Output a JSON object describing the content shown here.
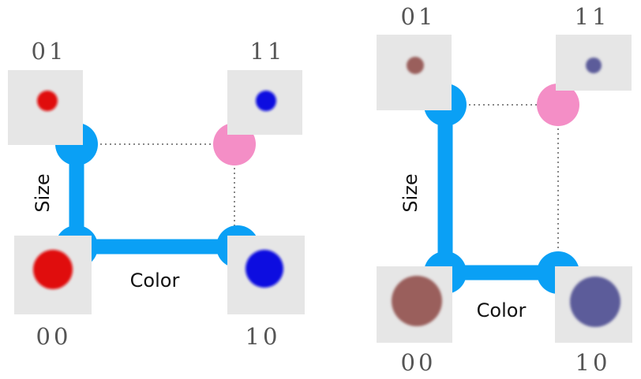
{
  "colors": {
    "axis": "#0aa0f5",
    "unused_corner": "#f48ec6",
    "thumb_bg": "#e6e6e6",
    "dotted": "#888888"
  },
  "panels": [
    {
      "labels": {
        "c00": "00",
        "c01": "01",
        "c10": "10",
        "c11": "11",
        "size": "Size",
        "color": "Color"
      },
      "samples": {
        "s01": {
          "fill": "#e01010",
          "level": "small"
        },
        "s11": {
          "fill": "#1010e0",
          "level": "small"
        },
        "s00": {
          "fill": "#e01010",
          "level": "large"
        },
        "s10": {
          "fill": "#1010e0",
          "level": "large"
        }
      }
    },
    {
      "labels": {
        "c00": "00",
        "c01": "01",
        "c10": "10",
        "c11": "11",
        "size": "Size",
        "color": "Color"
      },
      "samples": {
        "s01": {
          "fill": "#9a5e5c",
          "level": "small"
        },
        "s11": {
          "fill": "#5c5c9a",
          "level": "small"
        },
        "s00": {
          "fill": "#9a5e5c",
          "level": "large"
        },
        "s10": {
          "fill": "#5c5c9a",
          "level": "large"
        }
      }
    }
  ]
}
